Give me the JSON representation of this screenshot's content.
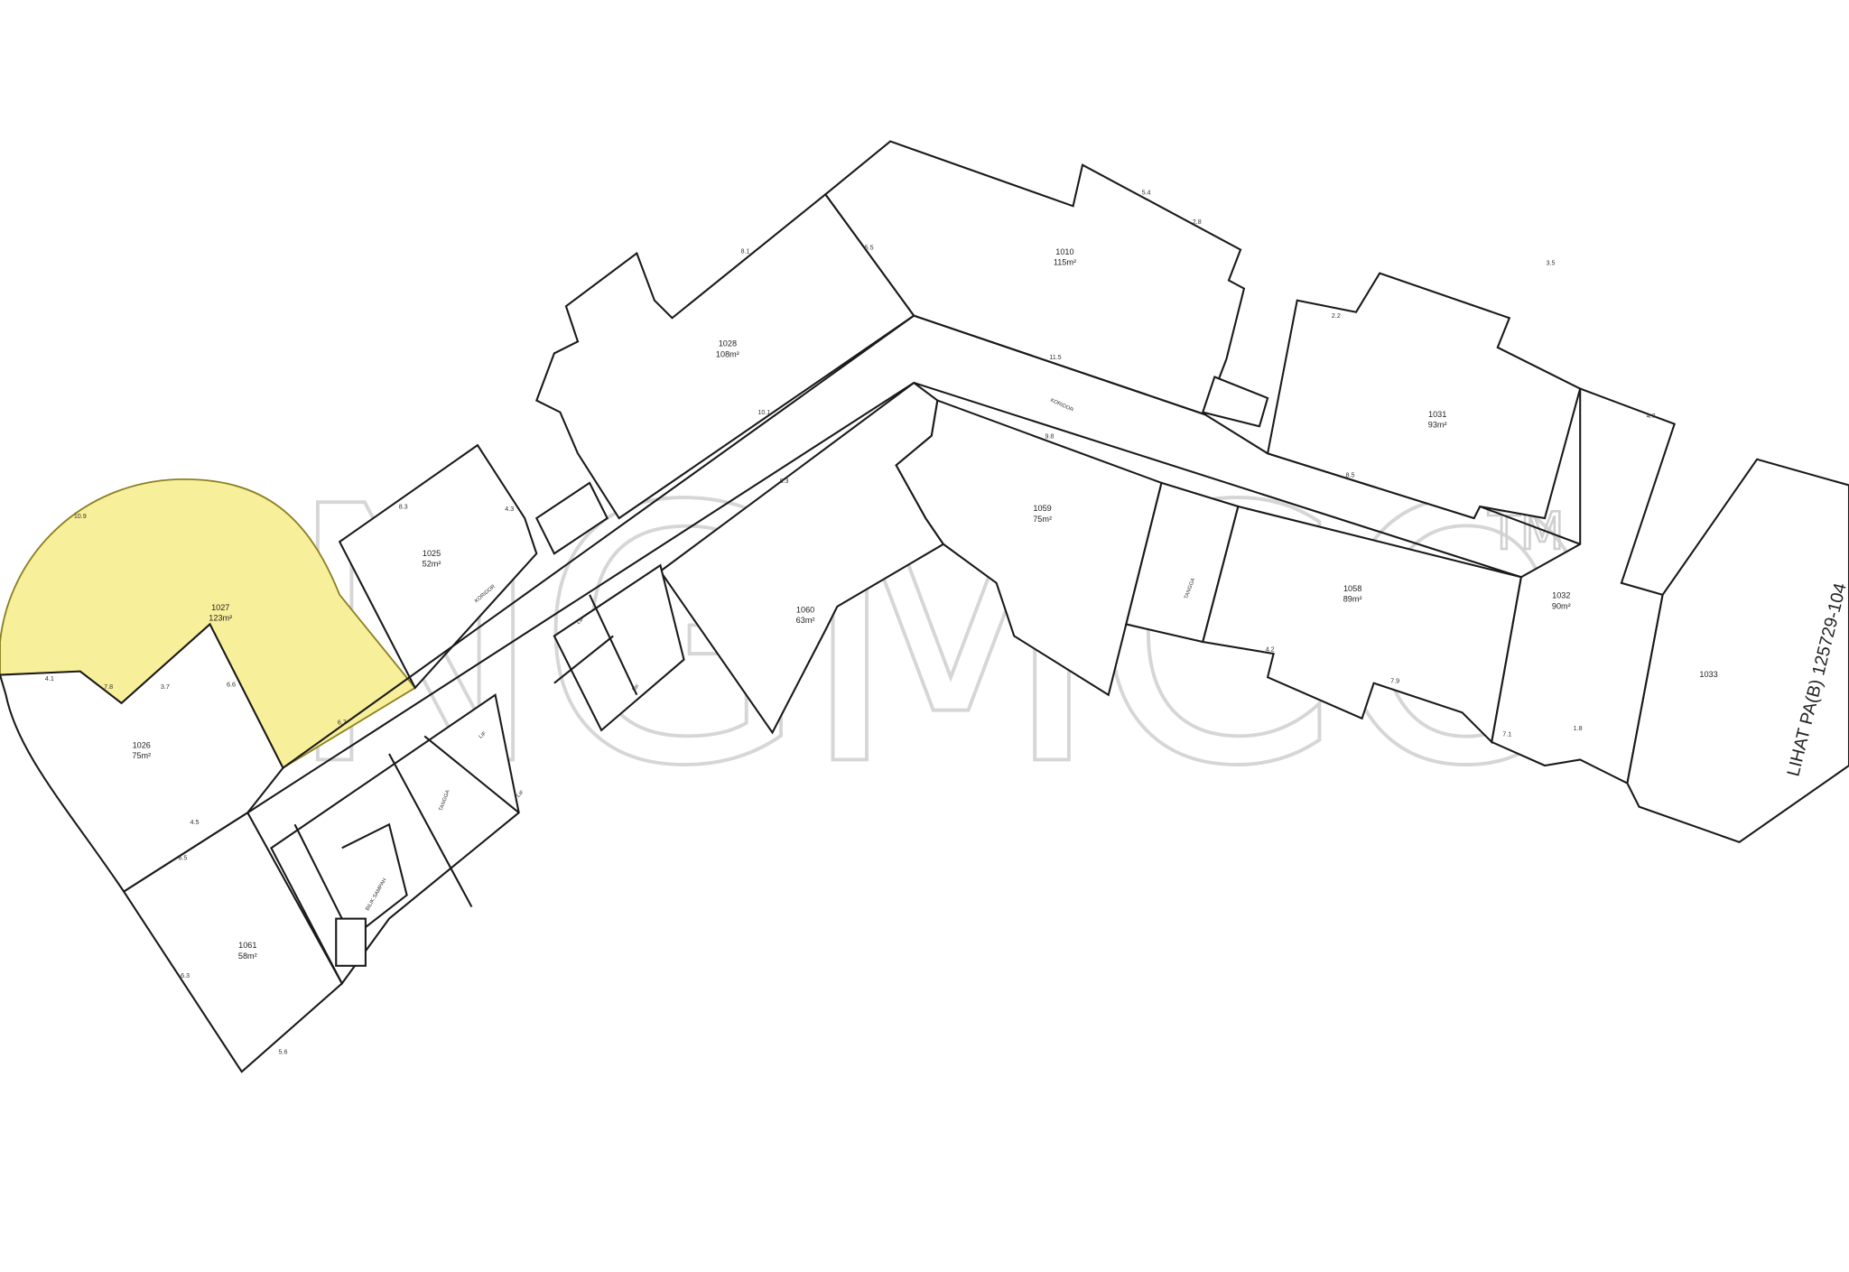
{
  "plan": {
    "highlight_color": "#f7ef9a",
    "units": [
      {
        "id": "1027",
        "area": "123m²",
        "highlighted": true
      },
      {
        "id": "1026",
        "area": "75m²"
      },
      {
        "id": "1025",
        "area": "52m²"
      },
      {
        "id": "1028",
        "area": "108m²"
      },
      {
        "id": "1010",
        "area": "115m²"
      },
      {
        "id": "1060",
        "area": "63m²"
      },
      {
        "id": "1059",
        "area": "75m²"
      },
      {
        "id": "1031",
        "area": "93m²"
      },
      {
        "id": "1058",
        "area": "89m²"
      },
      {
        "id": "1032",
        "area": "90m²"
      },
      {
        "id": "1033",
        "area": ""
      },
      {
        "id": "1061",
        "area": "58m²"
      }
    ],
    "corridor_labels": [
      "KORIDOR",
      "KORIDOR"
    ],
    "service_labels": [
      "TANGGA",
      "TANGGA",
      "LIF",
      "LIF",
      "LIF",
      "LIF",
      "BILIK SAMPAH"
    ],
    "dimensions": [
      "10.9",
      "4.1",
      "7.8",
      "3.7",
      "6.6",
      "6.7",
      "4.5",
      "6.5",
      "6.3",
      "5.6",
      "8.3",
      "4.3",
      "8.1",
      "10.1",
      "5.5",
      "9.3",
      "11.5",
      "9.8",
      "5.4",
      "2.8",
      "2.2",
      "7.9",
      "4.7",
      "8.5",
      "3.5",
      "7.1",
      "1.8",
      "4.2"
    ],
    "reference_note": "LIHAT PA(B) 125729-104"
  },
  "watermark": {
    "text": "NGMCO",
    "tm": "TM"
  }
}
